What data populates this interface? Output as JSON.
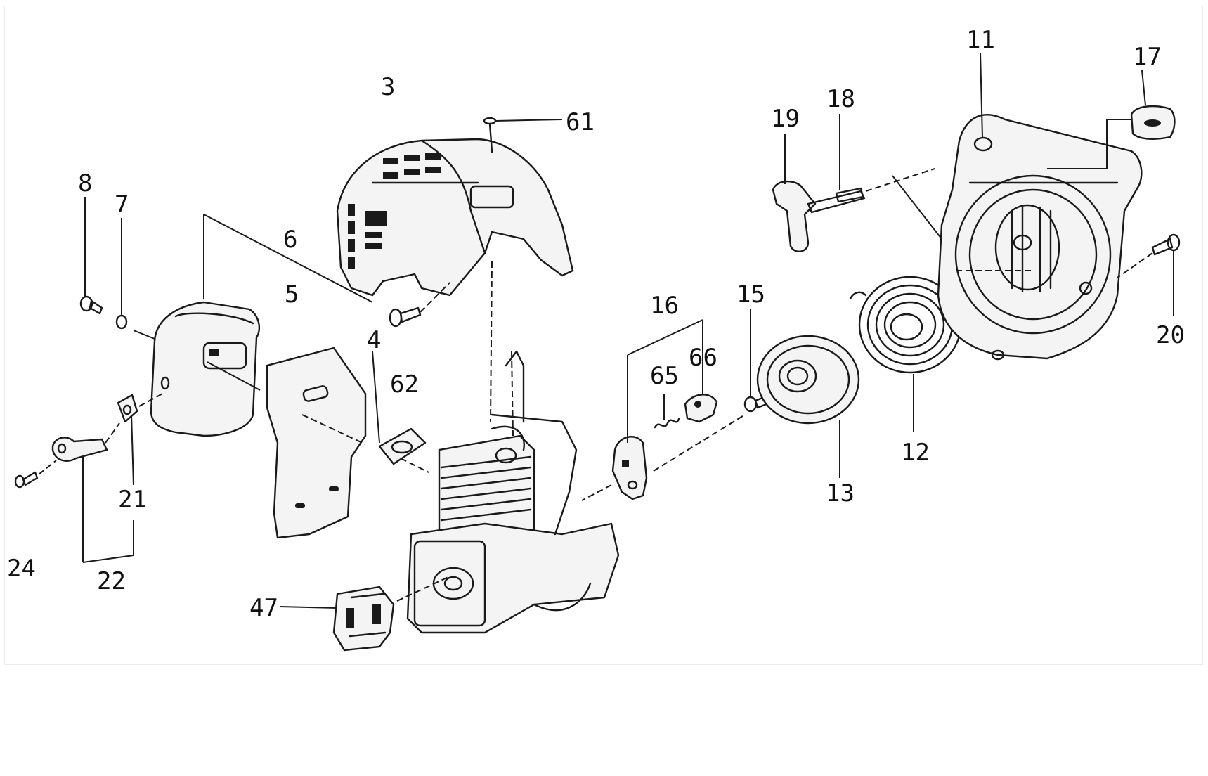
{
  "labels": {
    "p3": "3",
    "p4": "4",
    "p5": "5",
    "p6": "6",
    "p7": "7",
    "p8": "8",
    "p11": "11",
    "p12": "12",
    "p13": "13",
    "p15": "15",
    "p16": "16",
    "p17": "17",
    "p18": "18",
    "p19": "19",
    "p20": "20",
    "p21": "21",
    "p22": "22",
    "p24": "24",
    "p47": "47",
    "p61": "61",
    "p62": "62",
    "p65": "65",
    "p66": "66"
  }
}
